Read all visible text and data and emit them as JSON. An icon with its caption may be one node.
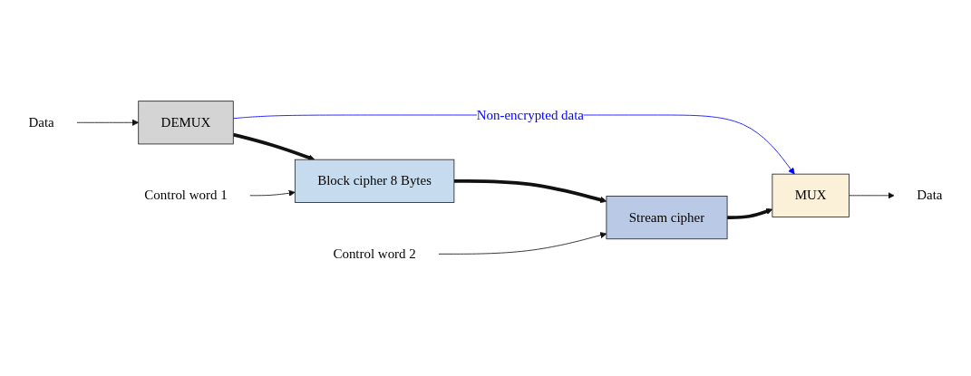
{
  "diagram": {
    "nodes": [
      {
        "text": [
          "DEMUX"
        ]
      },
      {
        "text": [
          "Block cipher 8 Bytes"
        ]
      },
      {
        "text": [
          "Stream cipher"
        ]
      },
      {
        "text": [
          "MUX"
        ]
      },
      {
        "text": [
          "Data"
        ]
      },
      {
        "text": [
          "Data"
        ]
      },
      {
        "text": [
          "Control word 1"
        ]
      },
      {
        "text": [
          "Control word 2"
        ]
      }
    ],
    "edges": [
      {
        "from": 4,
        "to": 0,
        "arrow": "to"
      },
      {
        "from": 0,
        "to": 3,
        "arrow": "to",
        "label": "Non-encrypted data",
        "color": "#0000ff"
      },
      {
        "from": 0,
        "to": 1,
        "arrow": "to",
        "style": "thick"
      },
      {
        "from": 1,
        "to": 2,
        "arrow": "to",
        "style": "thick"
      },
      {
        "from": 2,
        "to": 3,
        "arrow": "to",
        "style": "thick"
      },
      {
        "from": 3,
        "to": 5,
        "arrow": "to"
      },
      {
        "from": 6,
        "to": 1,
        "arrow": "to"
      },
      {
        "from": 7,
        "to": 2,
        "arrow": "to"
      }
    ]
  }
}
